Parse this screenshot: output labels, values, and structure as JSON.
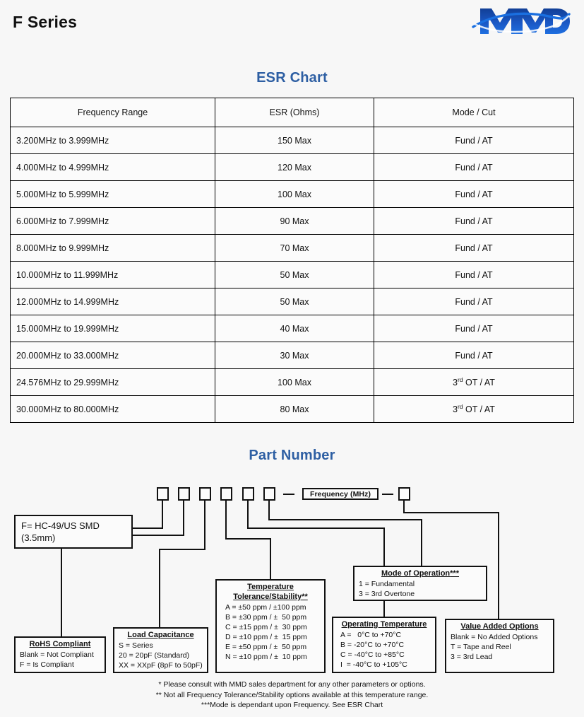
{
  "header": {
    "series_title": "F Series",
    "logo_text": "MMD",
    "logo_color": "#1a57c4"
  },
  "esr_section": {
    "title": "ESR Chart",
    "title_color": "#2e5fa3",
    "columns": [
      "Frequency Range",
      "ESR (Ohms)",
      "Mode / Cut"
    ],
    "rows": [
      {
        "range": "3.200MHz to 3.999MHz",
        "esr": "150 Max",
        "mode": "Fund / AT"
      },
      {
        "range": "4.000MHz to 4.999MHz",
        "esr": "120 Max",
        "mode": "Fund / AT"
      },
      {
        "range": "5.000MHz to 5.999MHz",
        "esr": "100 Max",
        "mode": "Fund / AT"
      },
      {
        "range": "6.000MHz to 7.999MHz",
        "esr": "90 Max",
        "mode": "Fund / AT"
      },
      {
        "range": "8.000MHz to 9.999MHz",
        "esr": "70 Max",
        "mode": "Fund / AT"
      },
      {
        "range": "10.000MHz to 11.999MHz",
        "esr": "50 Max",
        "mode": "Fund / AT"
      },
      {
        "range": "12.000MHz to 14.999MHz",
        "esr": "50 Max",
        "mode": "Fund / AT"
      },
      {
        "range": "15.000MHz to 19.999MHz",
        "esr": "40 Max",
        "mode": "Fund / AT"
      },
      {
        "range": "20.000MHz to 33.000MHz",
        "esr": "30 Max",
        "mode": "Fund / AT"
      },
      {
        "range": "24.576MHz to 29.999MHz",
        "esr": "100 Max",
        "mode": "3rd OT / AT",
        "mode_sup": true
      },
      {
        "range": "30.000MHz to 80.000MHz",
        "esr": "80 Max",
        "mode": "3rd OT / AT",
        "mode_sup": true
      }
    ]
  },
  "part_number": {
    "title": "Part Number",
    "title_color": "#2e5fa3",
    "frequency_field": "Frequency (MHz)",
    "slot_count": 7,
    "boxes": {
      "package": {
        "line1": "F= HC-49/US SMD",
        "line2": "(3.5mm)"
      },
      "rohs": {
        "title": "RoHS Compliant",
        "lines": [
          "Blank = Not Compliant",
          "F = Is Compliant"
        ]
      },
      "load_capacitance": {
        "title": "Load Capacitance",
        "lines": [
          "S = Series",
          "20 = 20pF (Standard)",
          "XX = XXpF (8pF to 50pF)"
        ]
      },
      "temperature_tolerance": {
        "title_line1": "Temperature",
        "title_line2": "Tolerance/Stability**",
        "lines": [
          "A = ±50 ppm / ±100 ppm",
          "B = ±30 ppm / ±  50 ppm",
          "C = ±15 ppm / ±  30 ppm",
          "D = ±10 ppm / ±  15 ppm",
          "E = ±50 ppm / ±  50 ppm",
          "N = ±10 ppm / ±  10 ppm"
        ]
      },
      "operating_temperature": {
        "title": "Operating Temperature",
        "lines": [
          "A =   0°C to +70°C",
          "B = -20°C to +70°C",
          "C = -40°C to +85°C",
          "I  = -40°C to +105°C"
        ]
      },
      "mode_of_operation": {
        "title": "Mode of Operation",
        "title_stars": "***",
        "lines": [
          "1 = Fundamental",
          "3 = 3rd Overtone"
        ]
      },
      "value_added_options": {
        "title": "Value Added Options",
        "lines": [
          "Blank = No Added Options",
          "T = Tape and Reel",
          "3 = 3rd Lead"
        ]
      }
    }
  },
  "footnotes": [
    "* Please consult with MMD sales department for any other parameters or options.",
    "** Not all Frequency Tolerance/Stability options available at this temperature range.",
    "***Mode is dependant upon Frequency. See ESR Chart"
  ]
}
